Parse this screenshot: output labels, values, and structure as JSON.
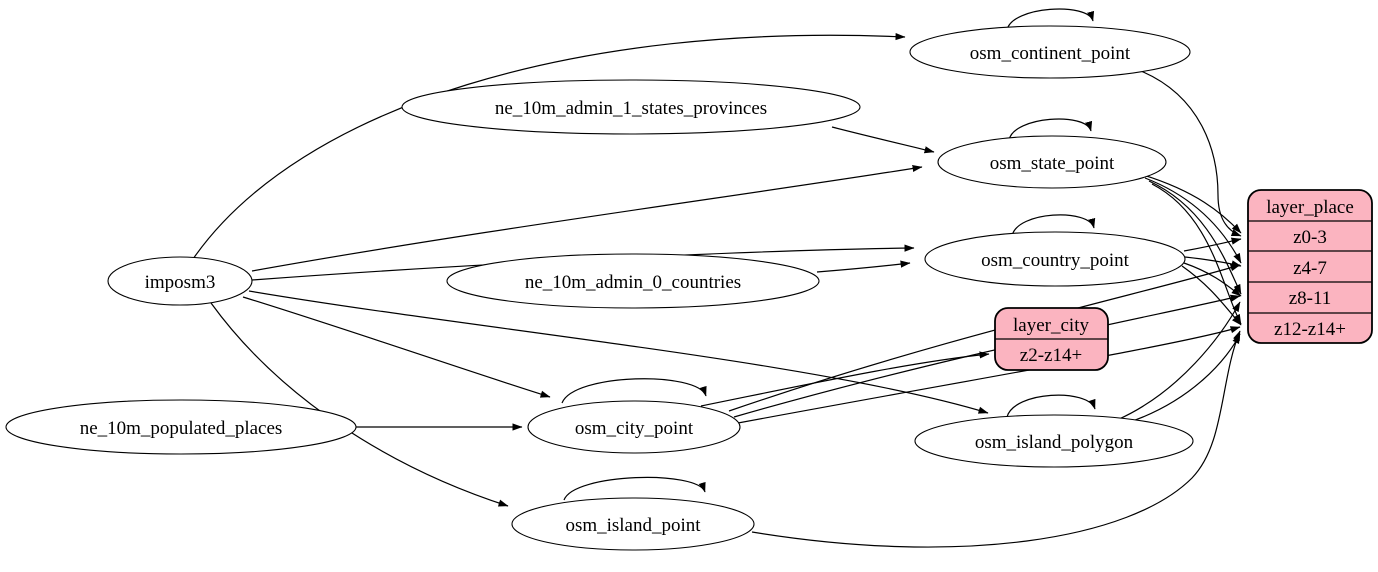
{
  "diagram": {
    "background": "#ffffff",
    "edge_color": "#000000",
    "ellipse_fill": "#ffffff",
    "record_fill": "#fbb4c0",
    "nodes": {
      "imposm3": {
        "label": "imposm3"
      },
      "ne_10m_admin_1_states_provinces": {
        "label": "ne_10m_admin_1_states_provinces"
      },
      "ne_10m_admin_0_countries": {
        "label": "ne_10m_admin_0_countries"
      },
      "ne_10m_populated_places": {
        "label": "ne_10m_populated_places"
      },
      "osm_continent_point": {
        "label": "osm_continent_point"
      },
      "osm_state_point": {
        "label": "osm_state_point"
      },
      "osm_country_point": {
        "label": "osm_country_point"
      },
      "osm_city_point": {
        "label": "osm_city_point"
      },
      "osm_island_polygon": {
        "label": "osm_island_polygon"
      },
      "osm_island_point": {
        "label": "osm_island_point"
      }
    },
    "records": {
      "layer_place": {
        "title": "layer_place",
        "rows": [
          "z0-3",
          "z4-7",
          "z8-11",
          "z12-z14+"
        ]
      },
      "layer_city": {
        "title": "layer_city",
        "rows": [
          "z2-z14+"
        ]
      }
    },
    "edges": [
      {
        "from": "imposm3",
        "to": "osm_continent_point"
      },
      {
        "from": "imposm3",
        "to": "osm_state_point"
      },
      {
        "from": "imposm3",
        "to": "osm_country_point"
      },
      {
        "from": "imposm3",
        "to": "osm_city_point"
      },
      {
        "from": "imposm3",
        "to": "osm_island_polygon"
      },
      {
        "from": "imposm3",
        "to": "osm_island_point"
      },
      {
        "from": "ne_10m_admin_1_states_provinces",
        "to": "osm_state_point"
      },
      {
        "from": "ne_10m_admin_0_countries",
        "to": "osm_country_point"
      },
      {
        "from": "ne_10m_populated_places",
        "to": "osm_city_point"
      },
      {
        "from": "osm_continent_point",
        "to": "osm_continent_point",
        "type": "self"
      },
      {
        "from": "osm_state_point",
        "to": "osm_state_point",
        "type": "self"
      },
      {
        "from": "osm_country_point",
        "to": "osm_country_point",
        "type": "self"
      },
      {
        "from": "osm_city_point",
        "to": "osm_city_point",
        "type": "self"
      },
      {
        "from": "osm_island_polygon",
        "to": "osm_island_polygon",
        "type": "self"
      },
      {
        "from": "osm_island_point",
        "to": "osm_island_point",
        "type": "self"
      },
      {
        "from": "osm_continent_point",
        "to": "layer_place",
        "port": "z0-3"
      },
      {
        "from": "osm_state_point",
        "to": "layer_place",
        "port": "z0-3"
      },
      {
        "from": "osm_state_point",
        "to": "layer_place",
        "port": "z4-7"
      },
      {
        "from": "osm_state_point",
        "to": "layer_place",
        "port": "z8-11"
      },
      {
        "from": "osm_state_point",
        "to": "layer_place",
        "port": "z12-z14+"
      },
      {
        "from": "osm_country_point",
        "to": "layer_place",
        "port": "z0-3"
      },
      {
        "from": "osm_country_point",
        "to": "layer_place",
        "port": "z4-7"
      },
      {
        "from": "osm_country_point",
        "to": "layer_place",
        "port": "z8-11"
      },
      {
        "from": "osm_country_point",
        "to": "layer_place",
        "port": "z12-z14+"
      },
      {
        "from": "osm_city_point",
        "to": "layer_city",
        "port": "z2-z14+"
      },
      {
        "from": "osm_city_point",
        "to": "layer_place",
        "port": "z4-7"
      },
      {
        "from": "osm_city_point",
        "to": "layer_place",
        "port": "z8-11"
      },
      {
        "from": "osm_city_point",
        "to": "layer_place",
        "port": "z12-z14+"
      },
      {
        "from": "osm_island_polygon",
        "to": "layer_place",
        "port": "z8-11"
      },
      {
        "from": "osm_island_polygon",
        "to": "layer_place",
        "port": "z12-z14+"
      },
      {
        "from": "osm_island_point",
        "to": "layer_place",
        "port": "z12-z14+"
      }
    ]
  }
}
